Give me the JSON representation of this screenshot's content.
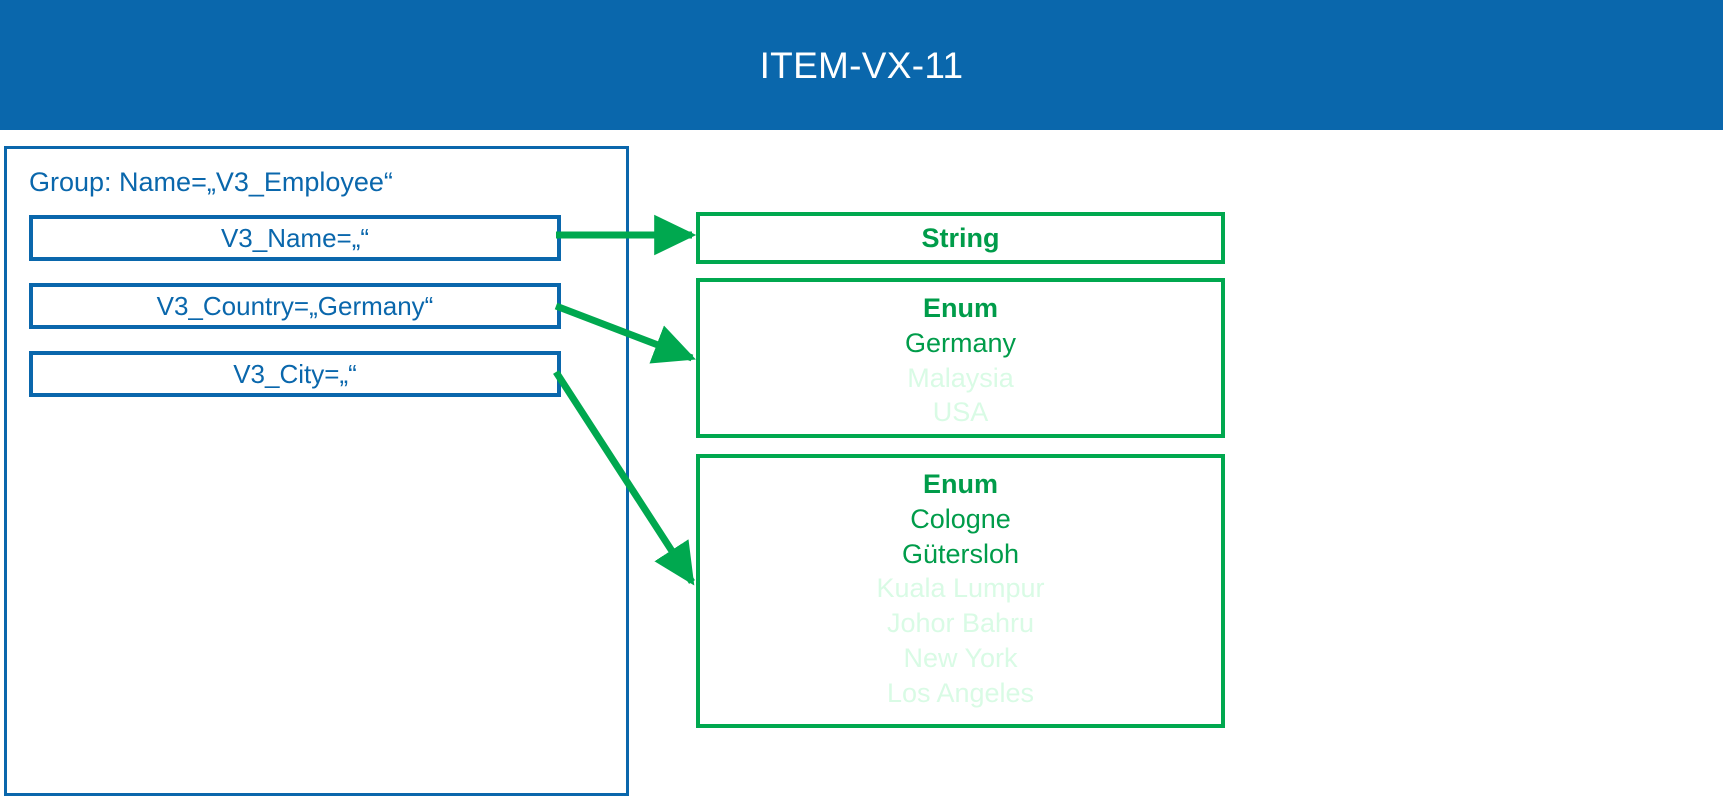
{
  "header": {
    "title": "ITEM-VX-11",
    "background_color": "#0a67ac",
    "text_color": "#ffffff"
  },
  "colors": {
    "blue": "#0a67ac",
    "green": "#00a84f",
    "green_text": "#009c4a",
    "green_inactive": "#d9fbe5",
    "white": "#ffffff"
  },
  "group": {
    "label": "Group: Name=„V3_Employee“",
    "attributes": [
      {
        "label": "V3_Name=„“"
      },
      {
        "label": "V3_Country=„Germany“"
      },
      {
        "label": "V3_City=„“"
      }
    ]
  },
  "types": [
    {
      "kind": "String",
      "values": []
    },
    {
      "kind": "Enum",
      "values": [
        {
          "label": "Germany",
          "active": true
        },
        {
          "label": "Malaysia",
          "active": false
        },
        {
          "label": "USA",
          "active": false
        }
      ]
    },
    {
      "kind": "Enum",
      "values": [
        {
          "label": "Cologne",
          "active": true
        },
        {
          "label": "Gütersloh",
          "active": true
        },
        {
          "label": "Kuala Lumpur",
          "active": false
        },
        {
          "label": "Johor Bahru",
          "active": false
        },
        {
          "label": "New York",
          "active": false
        },
        {
          "label": "Los Angeles",
          "active": false
        }
      ]
    }
  ],
  "connectors": [
    {
      "from": "V3_Name",
      "to": "String"
    },
    {
      "from": "V3_Country",
      "to": "Enum-Country"
    },
    {
      "from": "V3_City",
      "to": "Enum-City"
    }
  ]
}
